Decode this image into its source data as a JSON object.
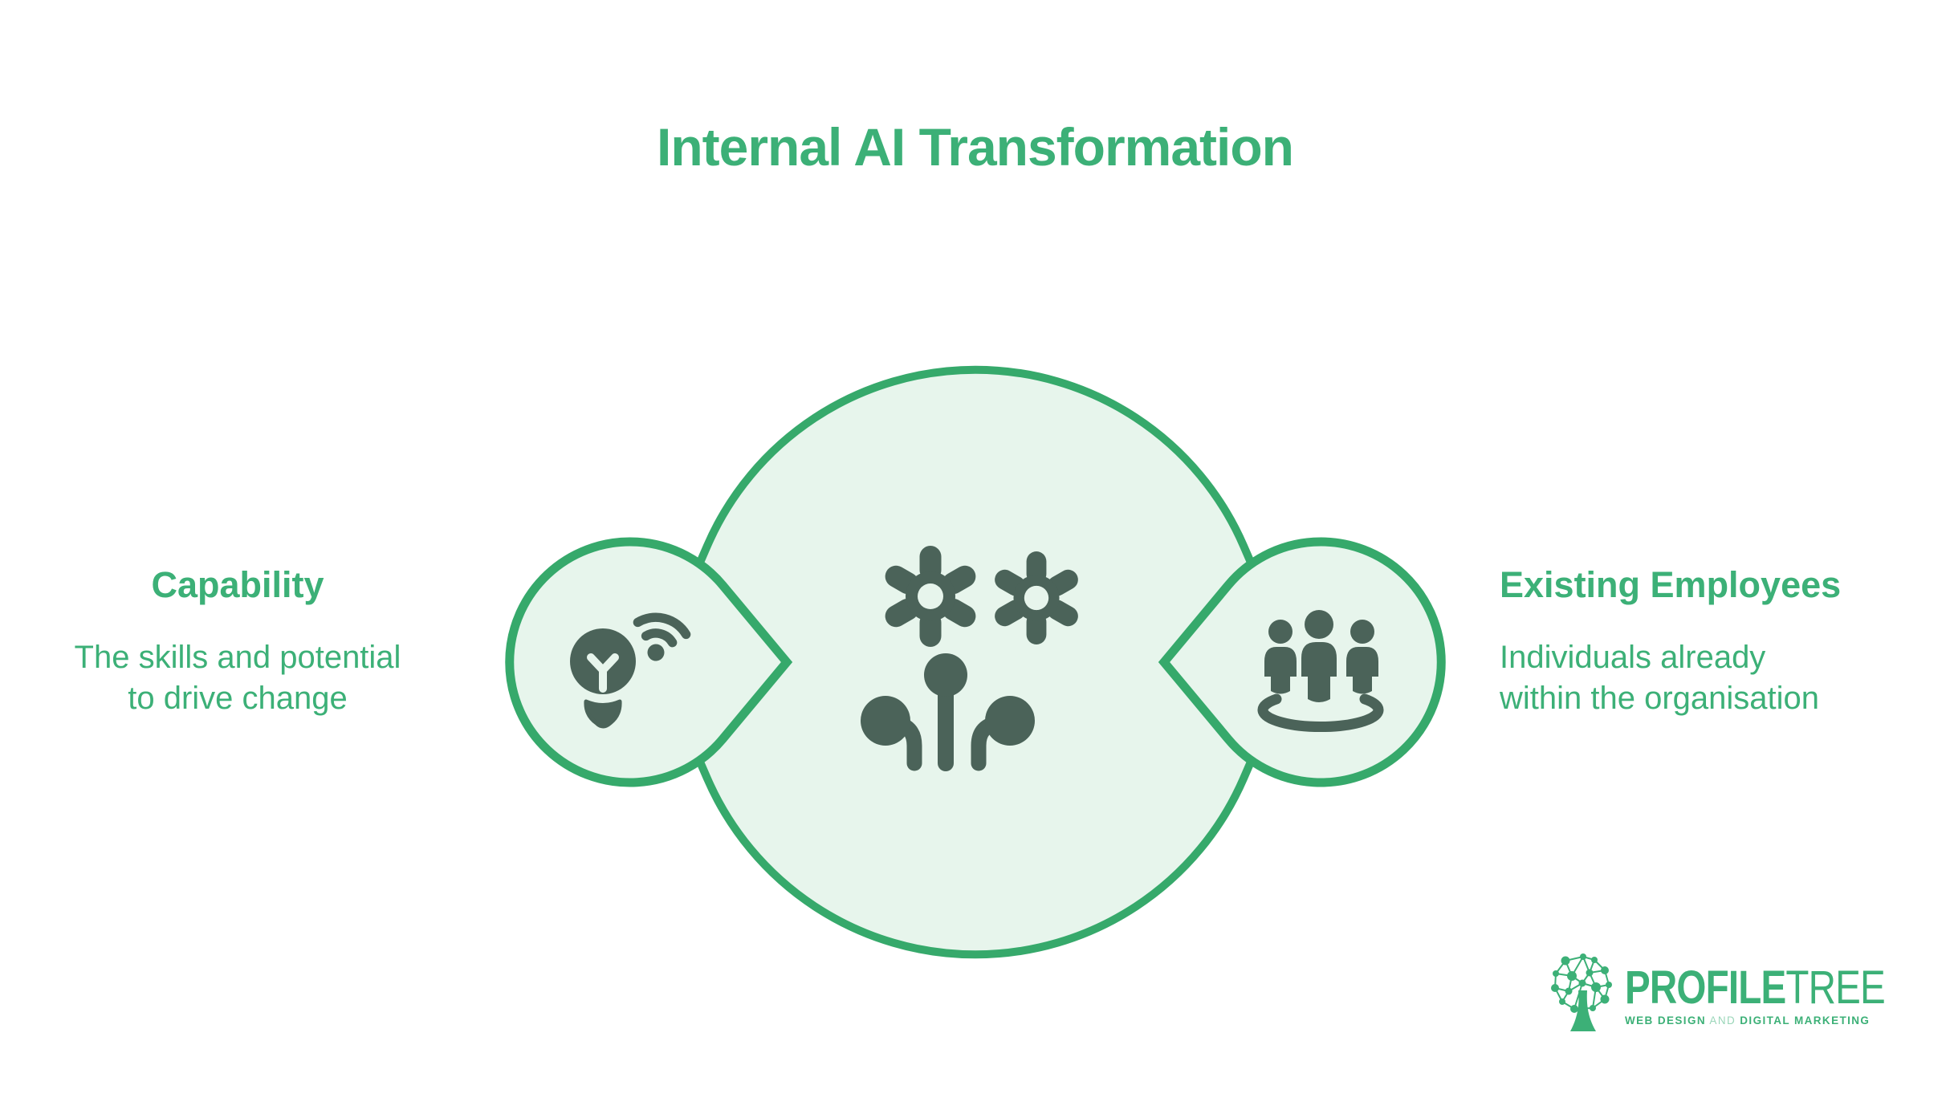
{
  "title": "Internal AI Transformation",
  "colors": {
    "accent_green": "#3CB077",
    "border_green": "#36A96B",
    "fill_mint": "#E7F5EC",
    "icon_dark": "#4B6359",
    "tagline_and": "#9AD6B9"
  },
  "center": {
    "icon": "gears-sprout-icon"
  },
  "left_item": {
    "heading": "Capability",
    "description_lines": [
      "The skills and potential",
      "to drive change"
    ],
    "icon": "smart-bulb-wifi-icon"
  },
  "right_item": {
    "heading": "Existing Employees",
    "description_lines": [
      "Individuals already",
      "within the organisation"
    ],
    "icon": "people-group-icon"
  },
  "footer_logo": {
    "brand_primary": "PROFILE",
    "brand_secondary": "TREE",
    "tagline_part1": "WEB DESIGN",
    "tagline_and": "AND",
    "tagline_part2": "DIGITAL MARKETING",
    "icon": "profiletree-tree-icon"
  }
}
